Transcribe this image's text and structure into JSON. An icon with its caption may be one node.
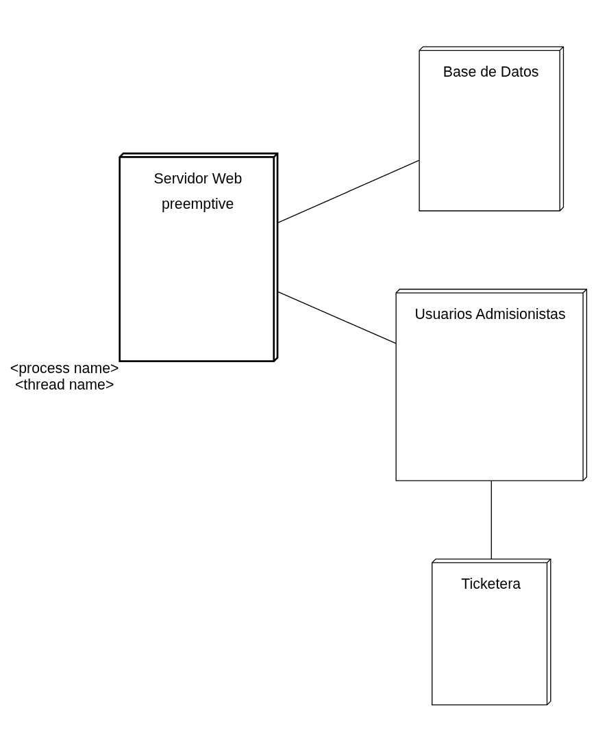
{
  "diagram": {
    "nodes": [
      {
        "text": [
          "Servidor Web",
          "preemptive"
        ],
        "beside": [
          "<process name>",
          "<thread name>"
        ]
      },
      {
        "text": [
          "Base de Datos"
        ]
      },
      {
        "text": [
          "Usuarios Admisionistas"
        ]
      },
      {
        "text": [
          "Ticketera"
        ]
      }
    ],
    "edges": [
      {
        "from": 0,
        "to": 1,
        "arrow": "none"
      },
      {
        "from": 0,
        "to": 2,
        "arrow": "none"
      },
      {
        "from": 2,
        "to": 3,
        "arrow": "none"
      }
    ]
  }
}
